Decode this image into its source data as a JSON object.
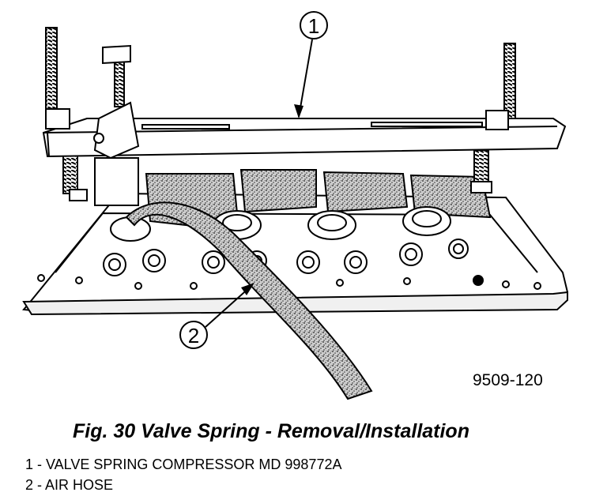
{
  "figure": {
    "id_label": "9509-120",
    "callouts": [
      "1",
      "2"
    ],
    "caption": "Fig. 30 Valve Spring - Removal/Installation"
  },
  "legend": {
    "items": [
      "1 - VALVE SPRING COMPRESSOR MD 998772A",
      "2 - AIR HOSE"
    ]
  }
}
